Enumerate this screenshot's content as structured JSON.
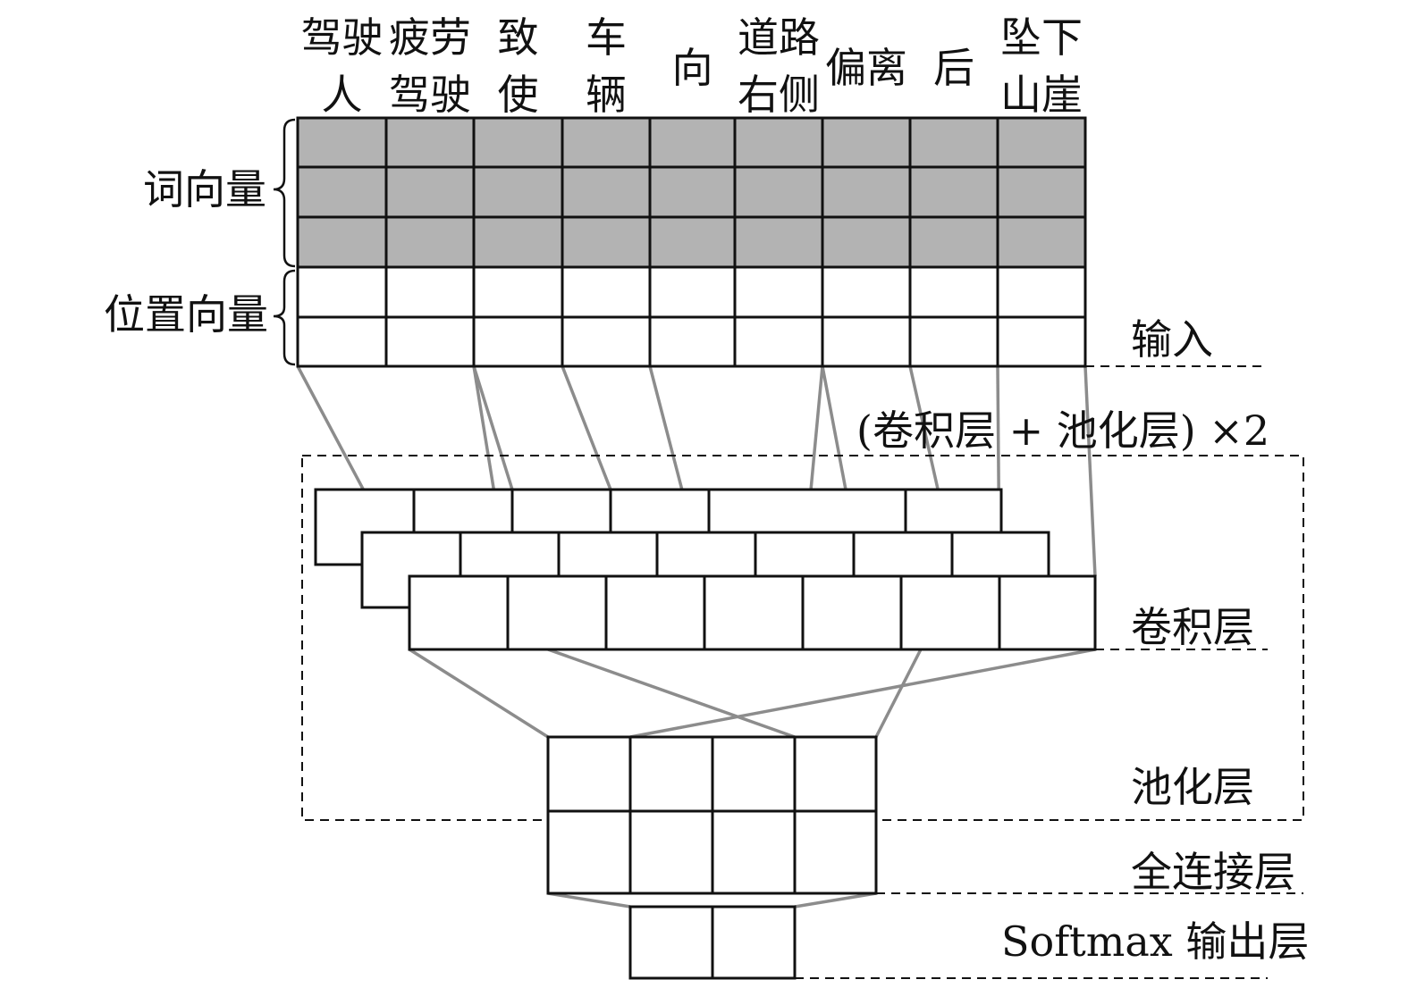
{
  "words": [
    {
      "line1": "驾驶",
      "line2": "人"
    },
    {
      "line1": "疲劳",
      "line2": "驾驶"
    },
    {
      "line1": "致",
      "line2": "使"
    },
    {
      "line1": "车",
      "line2": "辆"
    },
    {
      "line1": "向",
      "line2": ""
    },
    {
      "line1": "道路",
      "line2": "右侧"
    },
    {
      "line1": "偏离",
      "line2": ""
    },
    {
      "line1": "后",
      "line2": ""
    },
    {
      "line1": "坠下",
      "line2": "山崖"
    }
  ],
  "labels": {
    "word_vector": "词向量",
    "position_vector": "位置向量",
    "input": "输入",
    "repeat_block": "(卷积层 + 池化层) ×2",
    "conv": "卷积层",
    "pool": "池化层",
    "fc": "全连接层",
    "softmax": "Softmax 输出层"
  },
  "colors": {
    "embedding_fill": "#b3b3b3",
    "connector": "#8c8c8c"
  }
}
